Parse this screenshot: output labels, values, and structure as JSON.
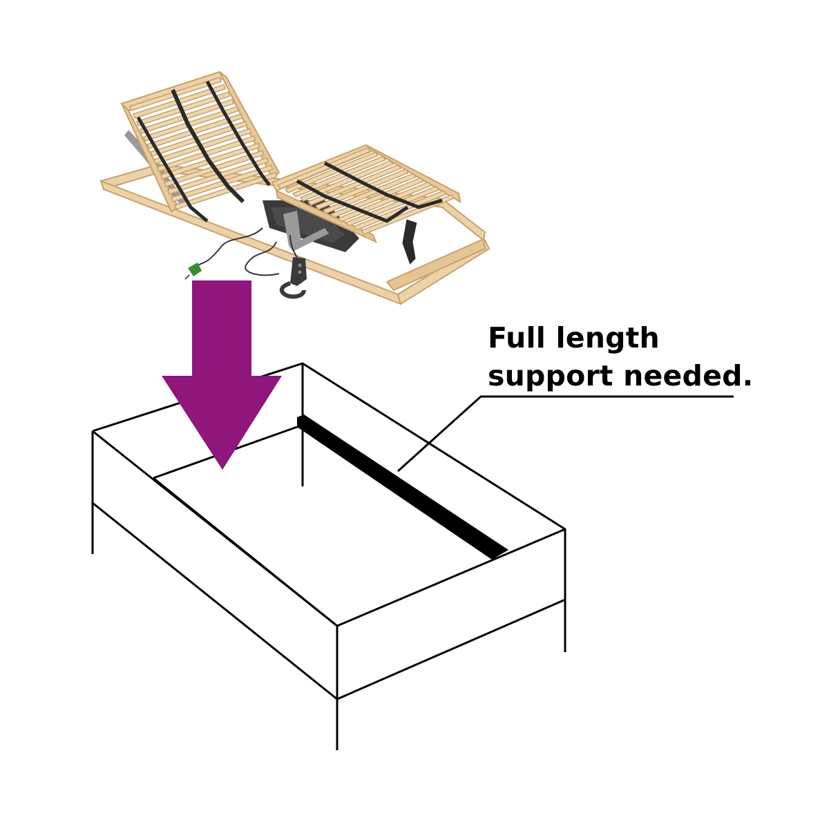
{
  "callout": {
    "line1": "Full length",
    "line2": "support needed."
  },
  "colors": {
    "arrow": "#8f167a",
    "outline": "#000000",
    "wood": "#e9c99c",
    "wood_edge": "#c9a06a",
    "strap": "#2a2a2a",
    "metal": "#9a9a9a",
    "background": "#ffffff"
  },
  "illustration": {
    "slatted_frame": "adjustable-slatted-bed-base",
    "target": "bed-frame-with-center-support-beam",
    "direction": "down-arrow"
  }
}
